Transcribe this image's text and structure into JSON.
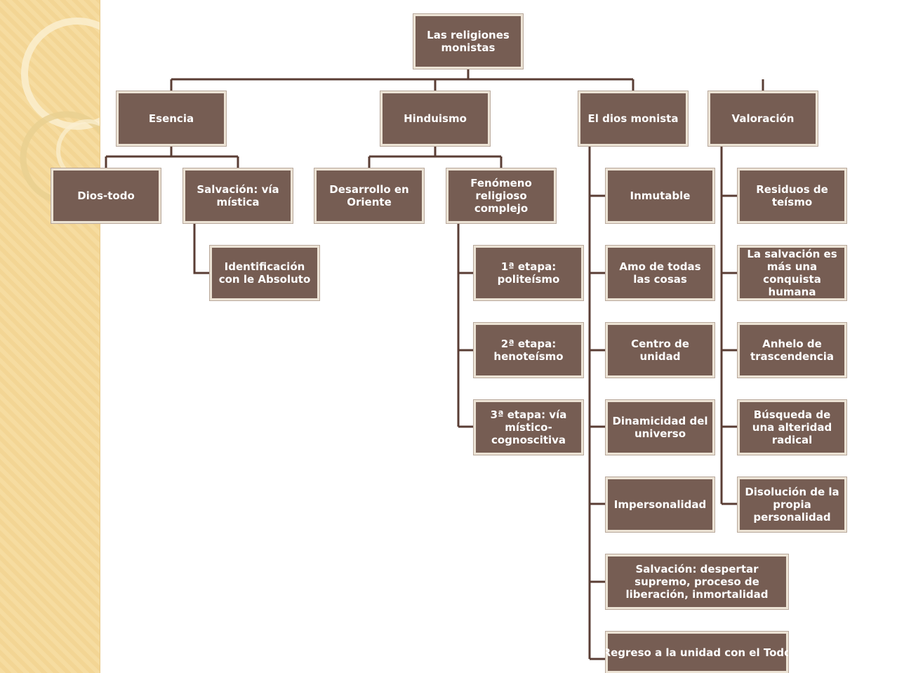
{
  "colors": {
    "node_fill": "#765d53",
    "node_border": "#ece3d5",
    "connector": "#5a3d34",
    "strip": "#f6dca0"
  },
  "root": {
    "label": "Las religiones monistas"
  },
  "branches": {
    "esencia": {
      "label": "Esencia",
      "children": {
        "dios_todo": "Dios-todo",
        "salvacion": "Salvación: vía mística",
        "identificacion": "Identificación con le Absoluto"
      }
    },
    "hinduismo": {
      "label": "Hinduismo",
      "children": {
        "desarrollo": "Desarrollo en Oriente",
        "fenomeno": "Fenómeno religioso complejo",
        "etapa1": "1ª etapa: politeísmo",
        "etapa2": "2ª etapa: henoteísmo",
        "etapa3": "3ª etapa: vía místico-cognoscitiva"
      }
    },
    "dios_monista": {
      "label": "El dios monista",
      "items": [
        "Inmutable",
        "Amo de todas las cosas",
        "Centro de unidad",
        "Dinamicidad del universo",
        "Impersonalidad",
        "Salvación: despertar supremo, proceso de liberación, inmortalidad",
        "Regreso a la unidad con el Todo"
      ]
    },
    "valoracion": {
      "label": "Valoración",
      "items": [
        "Residuos de teísmo",
        "La salvación es más una conquista humana",
        "Anhelo de trascendencia",
        "Búsqueda de una alteridad radical",
        "Disolución de la propia personalidad"
      ]
    }
  }
}
